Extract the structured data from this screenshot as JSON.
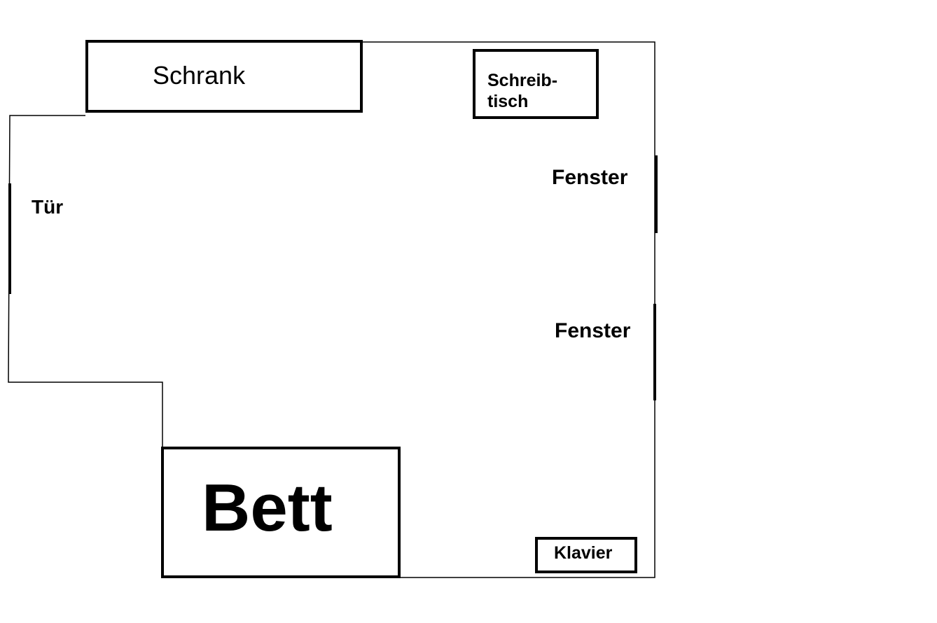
{
  "floorplan": {
    "wardrobe_label": "Schrank",
    "desk_label_line1": "Schreib-",
    "desk_label_line2": "tisch",
    "door_label": "Tür",
    "window1_label": "Fenster",
    "window2_label": "Fenster",
    "bed_label": "Bett",
    "piano_label": "Klavier"
  },
  "colors": {
    "background": "#ffffff",
    "ink": "#000000"
  }
}
